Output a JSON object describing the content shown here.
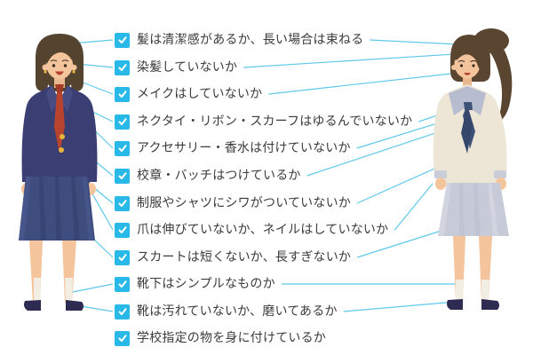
{
  "checklist": {
    "items": [
      {
        "label": "髪は清潔感があるか、長い場合は束ねる",
        "checked": true
      },
      {
        "label": "染髪していないか",
        "checked": true
      },
      {
        "label": "メイクはしていないか",
        "checked": true
      },
      {
        "label": "ネクタイ・リボン・スカーフはゆるんでいないか",
        "checked": true
      },
      {
        "label": "アクセサリー・香水は付けていないか",
        "checked": true
      },
      {
        "label": "校章・バッチはつけているか",
        "checked": true
      },
      {
        "label": "制服やシャツにシワがついていないか",
        "checked": true
      },
      {
        "label": "爪は伸びていないか、ネイルはしていないか",
        "checked": true
      },
      {
        "label": "スカートは短くないか、長すぎないか",
        "checked": true
      },
      {
        "label": "靴下はシンプルなものか",
        "checked": true
      },
      {
        "label": "靴は汚れていないか、磨いてあるか",
        "checked": true
      },
      {
        "label": "学校指定の物を身に付けているか",
        "checked": true
      }
    ]
  },
  "icons": {
    "checkbox_checked": "check-icon"
  },
  "illustrations": {
    "left_student": "girl-in-navy-blazer-uniform",
    "right_student": "girl-in-sailor-uniform"
  },
  "colors": {
    "checkbox": "#29B9E8",
    "connector_line": "#5FC9EB",
    "text": "#3B3B3B",
    "skin": "#F4C49C",
    "hair_brown": "#54442F",
    "blazer_navy": "#3A3E72",
    "tie_red": "#B8442F",
    "button_gold": "#E7B53A",
    "skirt_navy": "#3E4C7E",
    "sailor_top_cream": "#EDE5D6",
    "sailor_collar_gray": "#B7BDCE",
    "scarf_navy": "#3E5277",
    "skirt_gray": "#C7CAD7",
    "sock_white": "#F3EEE3",
    "shoe_navy": "#2D2B52"
  }
}
